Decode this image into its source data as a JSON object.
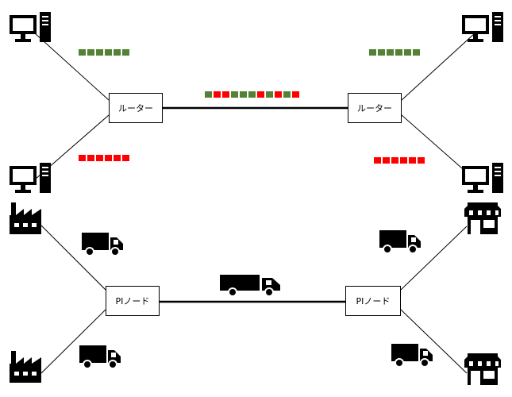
{
  "network": {
    "router_left_label": "ルーター",
    "router_right_label": "ルーター",
    "packet_colors": {
      "green": "#548235",
      "red": "#ff0000"
    },
    "top_left_packets": [
      "green",
      "green",
      "green",
      "green",
      "green",
      "green"
    ],
    "bottom_left_packets": [
      "red",
      "red",
      "red",
      "red",
      "red",
      "red"
    ],
    "top_right_packets": [
      "green",
      "green",
      "green",
      "green",
      "green",
      "green"
    ],
    "bottom_right_packets": [
      "red",
      "red",
      "red",
      "red",
      "red",
      "red"
    ],
    "link_packets": [
      "green",
      "red",
      "red",
      "green",
      "green",
      "green",
      "red",
      "green",
      "red",
      "green",
      "red"
    ]
  },
  "logistics": {
    "pi_node_left_label": "PIノード",
    "pi_node_right_label": "PIノード"
  },
  "icons": {
    "computer": "computer-icon",
    "factory": "factory-icon",
    "store": "store-icon",
    "truck": "truck-icon"
  }
}
